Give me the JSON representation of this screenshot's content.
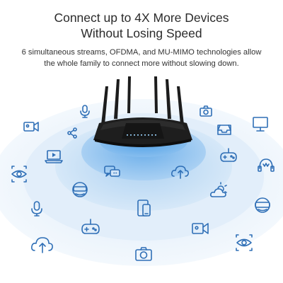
{
  "headline": {
    "line1": "Connect up to 4X More Devices",
    "line2": "Without Losing Speed"
  },
  "subtext": {
    "line1": "6 simultaneous streams, OFDMA, and MU-MIMO technologies allow",
    "line2": "the whole family to connect more without slowing down."
  },
  "colors": {
    "icon": "#2f6fb6",
    "ring_outer": "#eaf3fc",
    "ring_mid": "#cfe3f7",
    "ring_inner": "#9cc6ee",
    "router": "#1a1a1a"
  },
  "icons": [
    "microphone-icon",
    "camera-icon",
    "video-camera-icon",
    "share-icon",
    "monitor-icon",
    "inbox-tray-icon",
    "laptop-icon",
    "game-controller-icon",
    "eye-icon",
    "chat-bubbles-icon",
    "cloud-upload-icon",
    "headset-icon",
    "vr-headset-icon",
    "cloud-sun-icon",
    "microphone-icon",
    "phone-tablet-icon",
    "video-camera-icon",
    "game-controller-icon",
    "eye-icon",
    "cloud-upload-icon",
    "camera-icon",
    "vr-headset-icon"
  ]
}
